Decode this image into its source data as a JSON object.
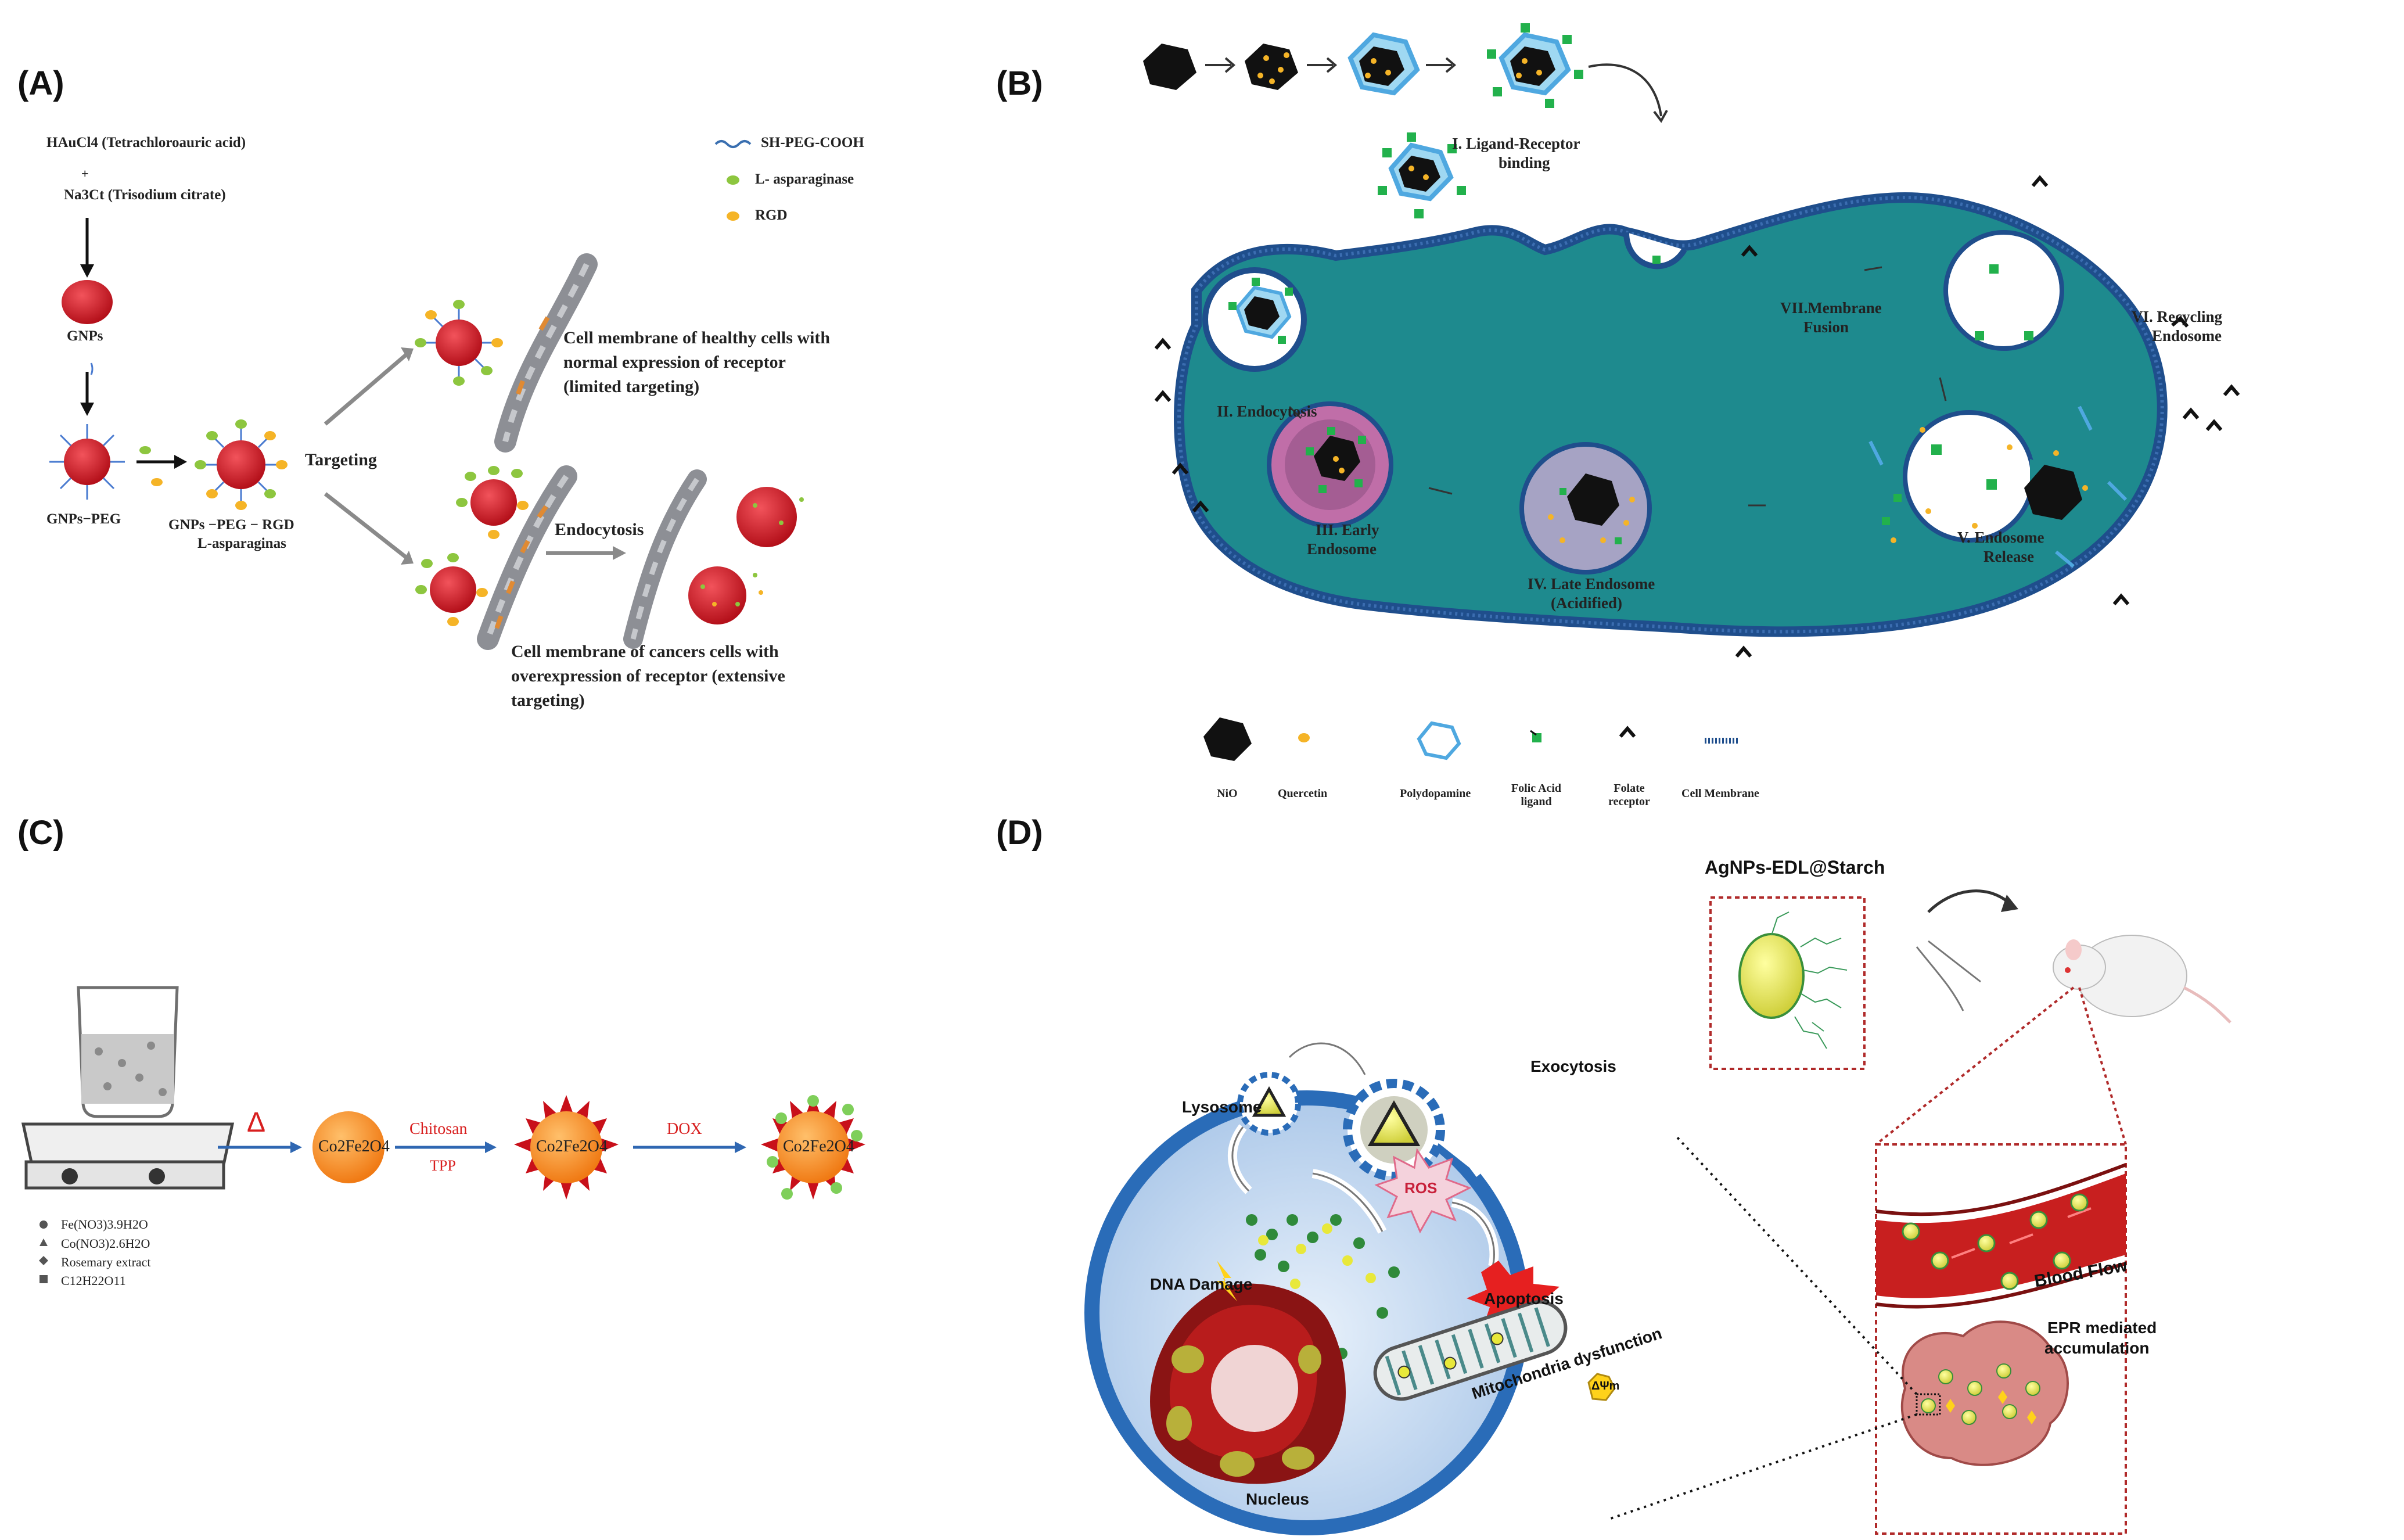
{
  "panels": {
    "A": {
      "label": "(A)",
      "reagent1": "HAuCl4 (Tetrachloroauric acid)",
      "plus": "+",
      "reagent2": "Na3Ct (Trisodium citrate)",
      "gnps": "GNPs",
      "gnps_peg": "GNPs−PEG",
      "gnps_peg_rgd": "GNPs −PEG − RGD",
      "gnps_peg_rgd_2": "L-asparaginas",
      "targeting": "Targeting",
      "endocytosis": "Endocytosis",
      "healthy_text": [
        "Cell membrane of healthy cells with",
        "normal  expression  of  receptor",
        "(limited targeting)"
      ],
      "cancer_text": [
        "Cell membrane of cancers cells with",
        "overexpression of receptor (extensive",
        "targeting)"
      ],
      "legend": [
        {
          "label": "SH-PEG-COOH",
          "icon": "wavy-line-icon",
          "color": "#3a6fb0"
        },
        {
          "label": "L- asparaginase",
          "icon": "green-dot-icon",
          "color": "#8dc63f"
        },
        {
          "label": "RGD",
          "icon": "orange-dot-icon",
          "color": "#f5b427"
        }
      ]
    },
    "B": {
      "label": "(B)",
      "stages": [
        "I. Ligand-Receptor binding",
        "II. Endocytosis",
        "III. Early Endosome",
        "IV. Late Endosome (Acidified)",
        "V. Endosome Release",
        "VI. Recycling Endosome",
        "VII.Membrane Fusion"
      ],
      "stage_lines": {
        "s1": [
          "I. Ligand-Receptor",
          "binding"
        ],
        "s2": [
          "II. Endocytosis"
        ],
        "s3": [
          "III. Early",
          "Endosome"
        ],
        "s4": [
          "IV. Late Endosome",
          "(Acidified)"
        ],
        "s5": [
          "V. Endosome",
          "Release"
        ],
        "s6": [
          "VI. Recycling",
          "Endosome"
        ],
        "s7": [
          "VII.Membrane",
          "Fusion"
        ]
      },
      "legend": [
        {
          "label": "NiO",
          "icon": "hexagon-icon"
        },
        {
          "label": "Quercetin",
          "icon": "orange-dot-icon"
        },
        {
          "label": "Polydopamine",
          "icon": "blue-hexagon-icon"
        },
        {
          "label": "Folic Acid ligand",
          "icon": "green-square-icon"
        },
        {
          "label": "Folate receptor",
          "icon": "chevron-icon"
        },
        {
          "label": "Cell Membrane",
          "icon": "membrane-icon"
        }
      ],
      "colors": {
        "cell": "#1e8a8e",
        "membrane": "#1f4e8c",
        "early": "#c06ea8",
        "late": "#a6a3c4"
      }
    },
    "C": {
      "label": "(C)",
      "delta": "Δ",
      "product": "Co2Fe2O4",
      "step2_top": "Chitosan",
      "step2_bottom": "TPP",
      "step3_top": "DOX",
      "legend": [
        "Fe(NO3)3.9H2O",
        "Co(NO3)2.6H2O",
        "Rosemary extract",
        "C12H22O11"
      ]
    },
    "D": {
      "label": "(D)",
      "title": "AgNPs-EDL@Starch",
      "exocytosis": "Exocytosis",
      "lysosome": "Lysosome",
      "ros": "ROS",
      "apoptosis": "Apoptosis",
      "dna": "DNA Damage",
      "mito": "Mitochondria dysfunction",
      "dpsi": "ΔΨm",
      "nucleus": "Nucleus",
      "blood": "Blood Flow",
      "epr": [
        "EPR mediated",
        "accumulation"
      ],
      "colors": {
        "cell": "#2a6cb8",
        "vessel": "#c81f1f",
        "tumor": "#d98a86"
      }
    }
  }
}
